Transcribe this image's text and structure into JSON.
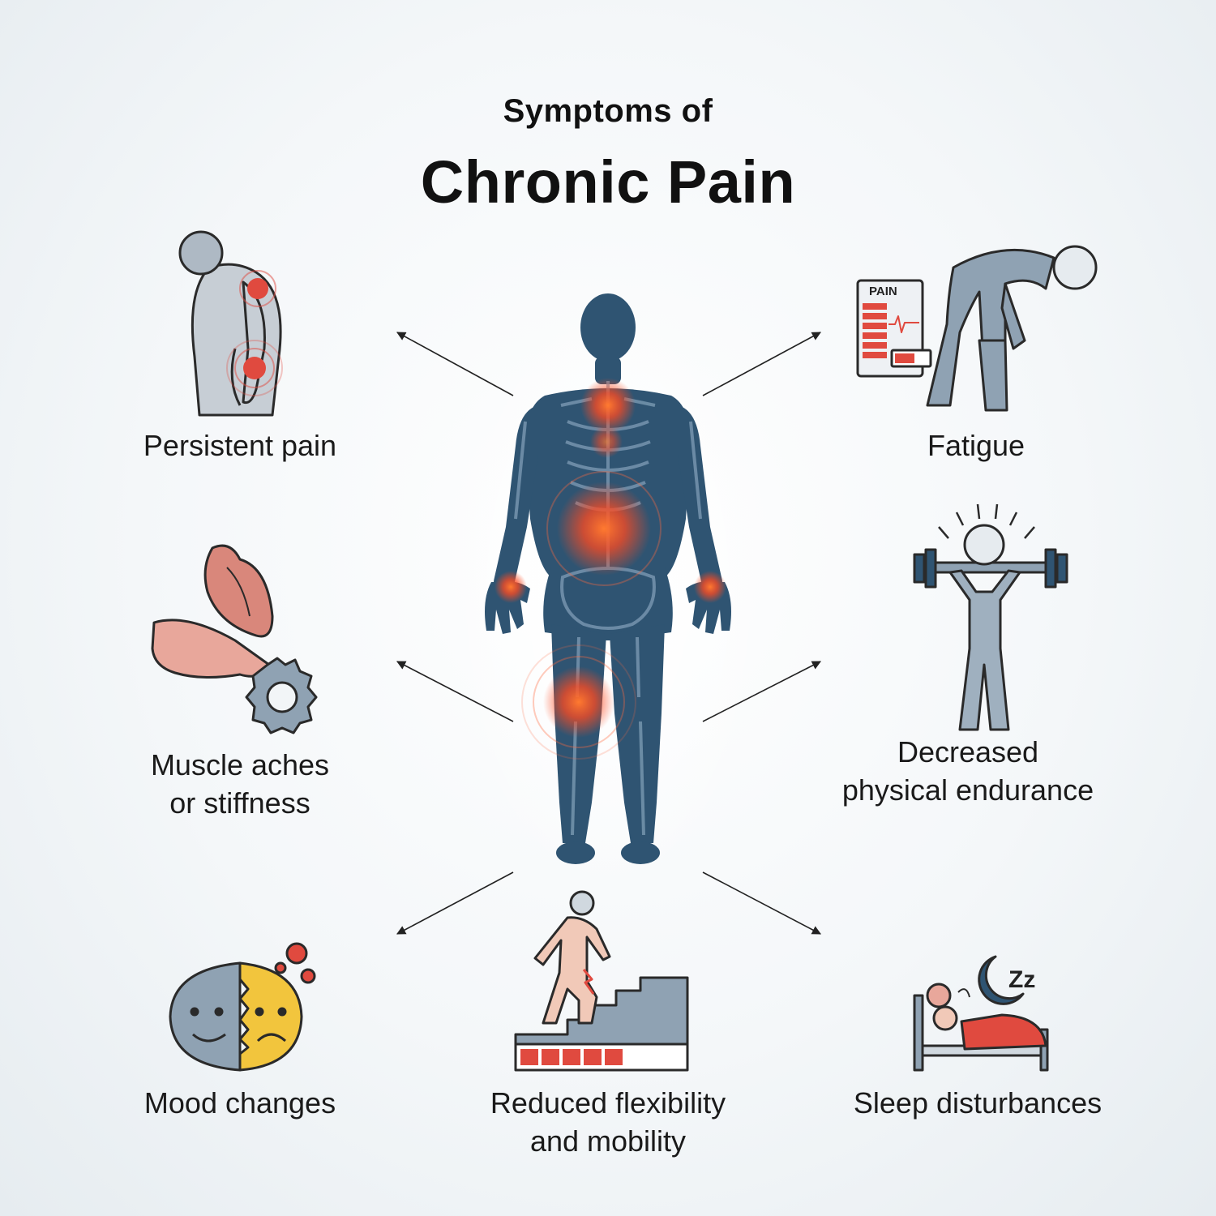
{
  "title": {
    "line1": "Symptoms of",
    "line2": "Chronic Pain"
  },
  "body_figure": {
    "icon": "human-skeleton-icon",
    "pain_points": [
      "upper-back",
      "lower-back",
      "left-wrist",
      "right-wrist",
      "knee"
    ]
  },
  "symptoms": [
    {
      "id": "persistent-pain",
      "icon": "person-in-pain-icon",
      "lines": [
        "Persistent pain"
      ]
    },
    {
      "id": "fatigue",
      "icon": "tired-person-battery-icon",
      "lines": [
        "Fatigue"
      ],
      "chart_label": "PAIN"
    },
    {
      "id": "muscle-aches",
      "icon": "muscle-gear-icon",
      "lines": [
        "Muscle aches",
        "or stiffness"
      ]
    },
    {
      "id": "decreased-endurance",
      "icon": "weightlifter-icon",
      "lines": [
        "Decreased",
        "physical endurance"
      ]
    },
    {
      "id": "mood-changes",
      "icon": "mood-faces-icon",
      "lines": [
        "Mood changes"
      ]
    },
    {
      "id": "reduced-flexibility",
      "icon": "stairs-climbing-icon",
      "lines": [
        "Reduced flexibility",
        "and mobility"
      ]
    },
    {
      "id": "sleep-disturbances",
      "icon": "sleep-bed-moon-icon",
      "lines": [
        "Sleep disturbances"
      ],
      "sleep_text": "Zz"
    }
  ],
  "colors": {
    "body": "#2f5472",
    "pain": "#ff5a2a",
    "grey_figure": "#8fa2b3",
    "red_accent": "#e04a3f",
    "yellow": "#f2c53d",
    "skin": "#f1c9b8"
  }
}
